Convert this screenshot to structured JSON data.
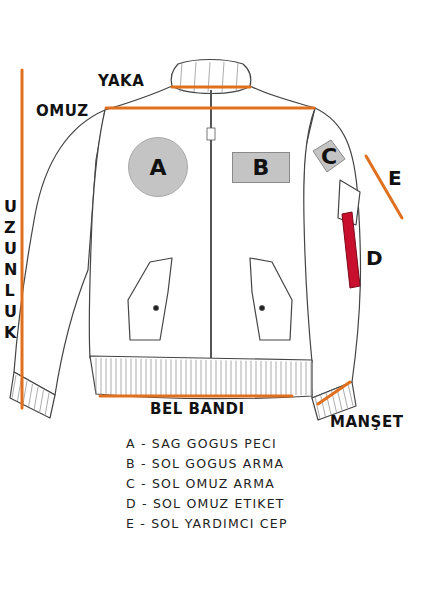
{
  "diagram": {
    "nodes": [
      {
        "text": [
          "A"
        ]
      },
      {
        "text": [
          "B"
        ]
      },
      {
        "text": [
          "C"
        ]
      }
    ],
    "labels": [
      "YAKA",
      "OMUZ",
      "UZUNLUK",
      "E",
      "D",
      "BEL BANDI",
      "MANŞET",
      "A - SAG GOGUS PECI",
      "B - SOL GOGUS ARMA",
      "C - SOL OMUZ ARMA",
      "D - SOL OMUZ ETIKET",
      "E - SOL YARDIMCI CEP"
    ]
  }
}
